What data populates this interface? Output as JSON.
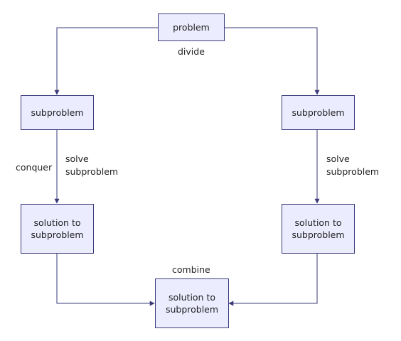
{
  "nodes": {
    "problem": "problem",
    "subproblem_left": "subproblem",
    "subproblem_right": "subproblem",
    "solution_left": "solution to\nsubproblem",
    "solution_right": "solution to\nsubproblem",
    "solution_bottom": "solution to\nsubproblem"
  },
  "labels": {
    "divide": "divide",
    "conquer": "conquer",
    "solve_left": "solve\nsubproblem",
    "solve_right": "solve\nsubproblem",
    "combine": "combine"
  },
  "colors": {
    "node_fill": "#ececff",
    "node_border": "#3a3a7a",
    "edge": "#3a3a7a"
  }
}
